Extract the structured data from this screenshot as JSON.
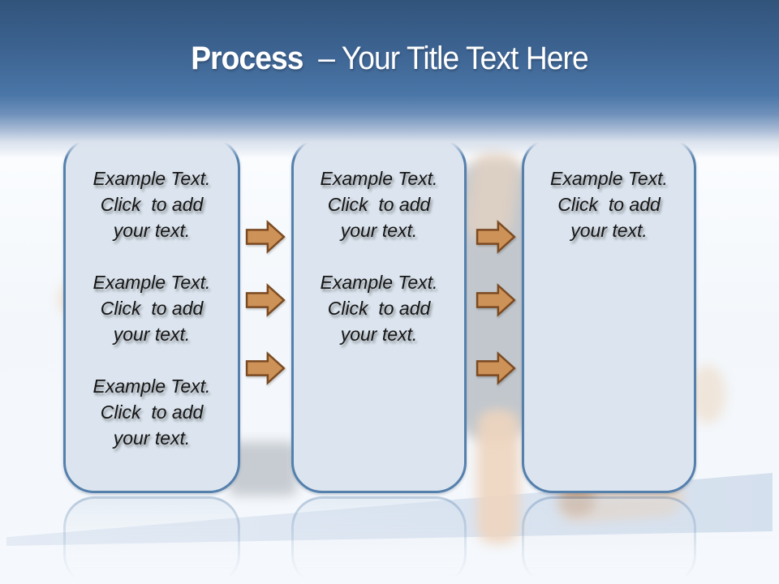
{
  "slide": {
    "title": {
      "bold": "Process",
      "rest": "  – Your Title Text Here"
    },
    "boxes": [
      {
        "label": "process-step-1",
        "text": "Example Text.\nClick  to add\nyour text.\n\nExample Text.\nClick  to add\nyour text.\n\nExample Text.\nClick  to add\nyour text."
      },
      {
        "label": "process-step-2",
        "text": "Example Text.\nClick  to add\nyour text.\n\nExample Text.\nClick  to add\nyour text."
      },
      {
        "label": "process-step-3",
        "text": "Example Text.\nClick  to add\nyour text."
      }
    ],
    "arrows": {
      "icon": "arrow-right",
      "groups": 2,
      "per_group": 3
    },
    "colors": {
      "header_top": "#31547b",
      "header_mid": "#4a76a7",
      "title_text": "#ffffff",
      "box_fill": "#dce5ef",
      "box_border": "#5580ac",
      "box_text": "#151515",
      "arrow_fill": "#cd9257",
      "arrow_border": "#7b4a22",
      "mat": "#d5e0ee"
    }
  }
}
